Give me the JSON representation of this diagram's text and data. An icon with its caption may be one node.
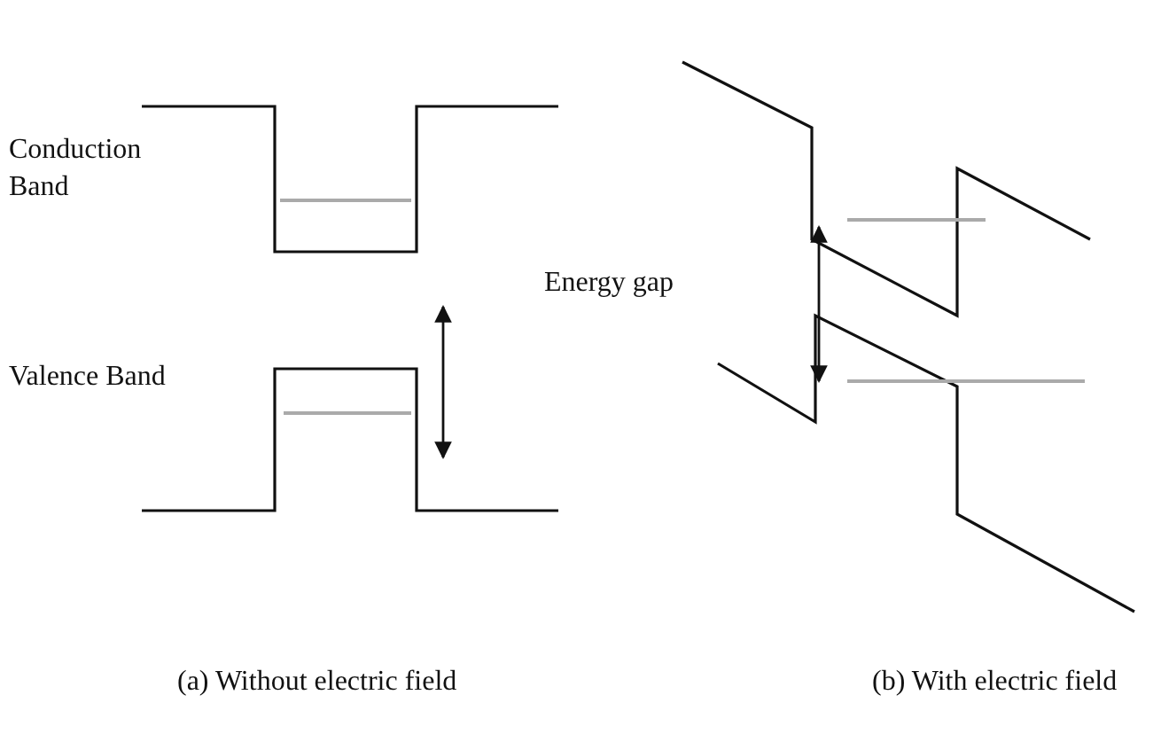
{
  "diagram": {
    "labels": [
      "Conduction Band",
      "Valence Band",
      "Energy gap",
      "(a) Without electric field",
      "(b) With electric field"
    ]
  }
}
